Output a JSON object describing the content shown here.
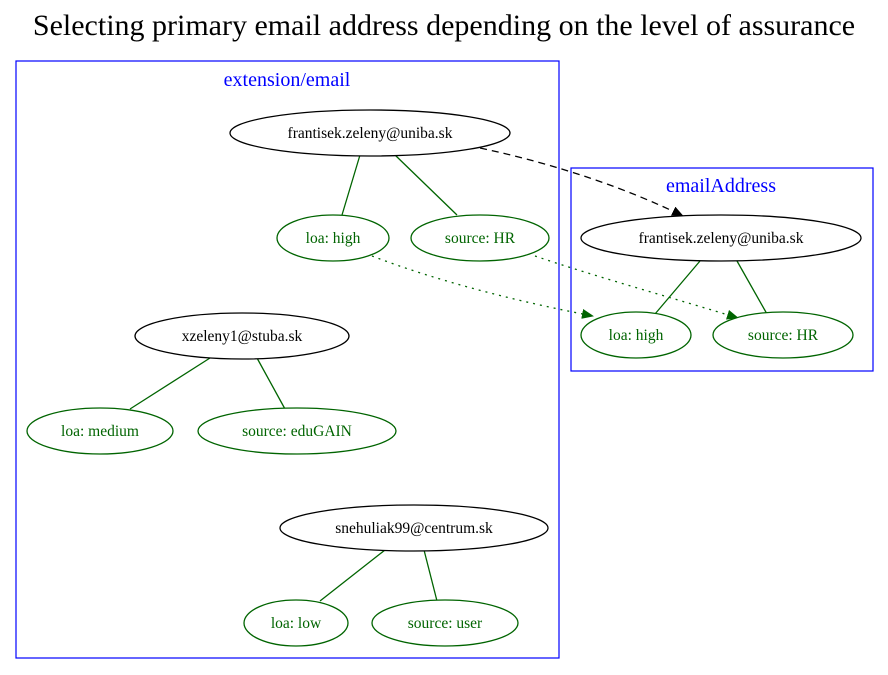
{
  "title": "Selecting primary email address depending on the level of assurance",
  "colors": {
    "cluster": "#0000ff",
    "email_node": "#000000",
    "attribute": "#006400",
    "background": "#ffffff"
  },
  "clusters": {
    "extension_email": {
      "label": "extension/email"
    },
    "email_address": {
      "label": "emailAddress"
    }
  },
  "nodes": {
    "e1": {
      "label": "frantisek.zeleny@uniba.sk"
    },
    "e1_loa": {
      "label": "loa: high"
    },
    "e1_src": {
      "label": "source: HR"
    },
    "e2": {
      "label": "xzeleny1@stuba.sk"
    },
    "e2_loa": {
      "label": "loa: medium"
    },
    "e2_src": {
      "label": "source: eduGAIN"
    },
    "e3": {
      "label": "snehuliak99@centrum.sk"
    },
    "e3_loa": {
      "label": "loa: low"
    },
    "e3_src": {
      "label": "source: user"
    },
    "p": {
      "label": "frantisek.zeleny@uniba.sk"
    },
    "p_loa": {
      "label": "loa: high"
    },
    "p_src": {
      "label": "source: HR"
    }
  },
  "edges": [
    {
      "from": "e1",
      "to": "e1_loa",
      "style": "solid"
    },
    {
      "from": "e1",
      "to": "e1_src",
      "style": "solid"
    },
    {
      "from": "e2",
      "to": "e2_loa",
      "style": "solid"
    },
    {
      "from": "e2",
      "to": "e2_src",
      "style": "solid"
    },
    {
      "from": "e3",
      "to": "e3_loa",
      "style": "solid"
    },
    {
      "from": "e3",
      "to": "e3_src",
      "style": "solid"
    },
    {
      "from": "p",
      "to": "p_loa",
      "style": "solid"
    },
    {
      "from": "p",
      "to": "p_src",
      "style": "solid"
    },
    {
      "from": "e1",
      "to": "p",
      "style": "dashed",
      "arrow": true
    },
    {
      "from": "e1_loa",
      "to": "p_loa",
      "style": "dotted",
      "arrow": true
    },
    {
      "from": "e1_src",
      "to": "p_src",
      "style": "dotted",
      "arrow": true
    }
  ]
}
